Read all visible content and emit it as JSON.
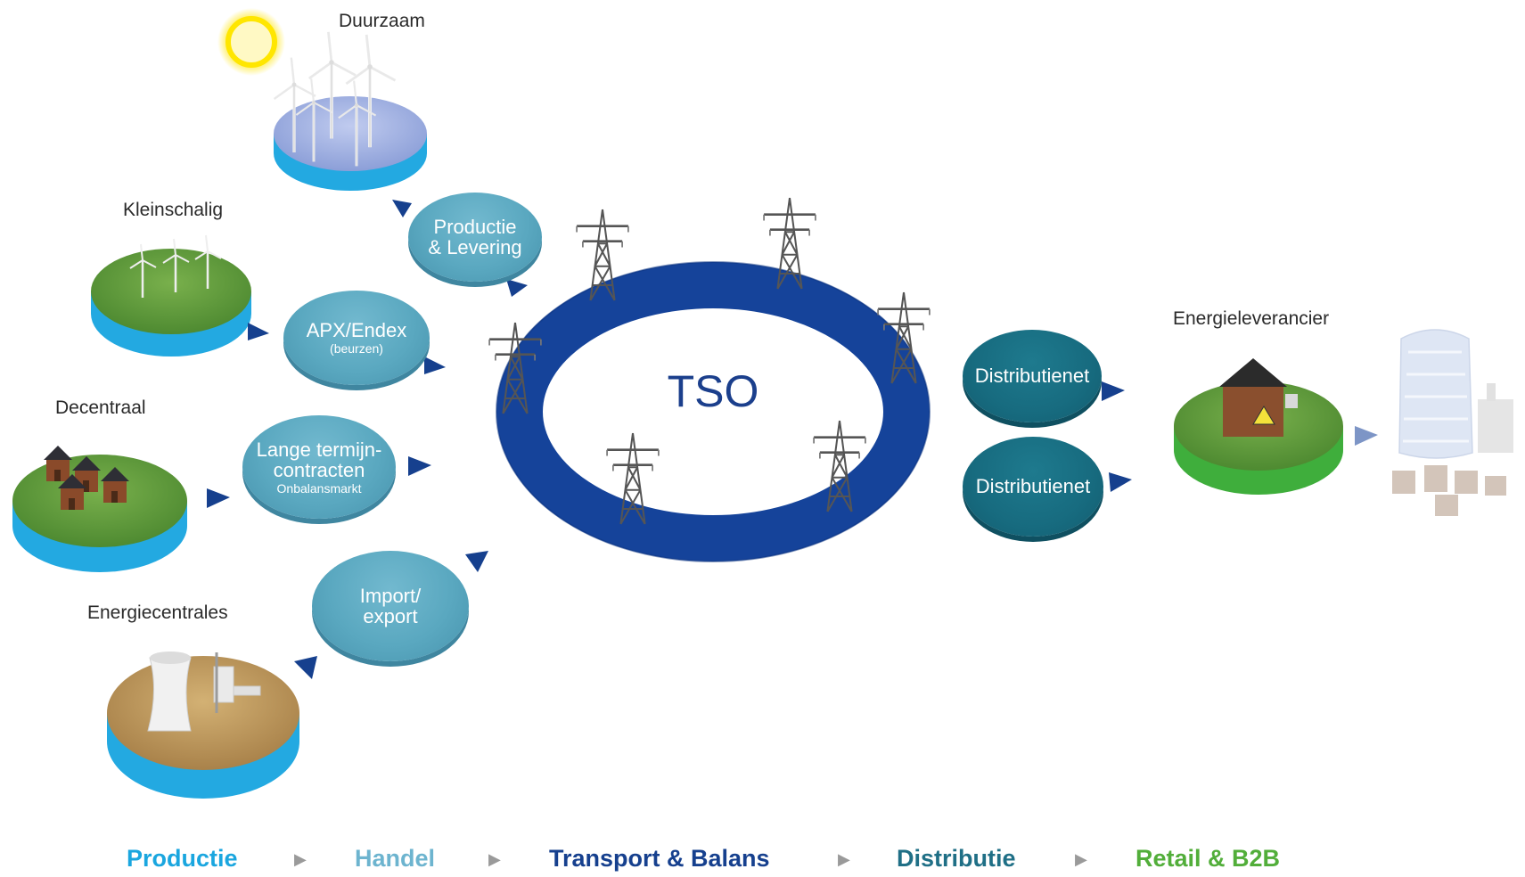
{
  "labels": {
    "duurzaam": "Duurzaam",
    "kleinschalig": "Kleinschalig",
    "decentraal": "Decentraal",
    "energiecentrales": "Energiecentrales",
    "energieleverancier": "Energieleverancier"
  },
  "bubbles": {
    "productie_line1": "Productie",
    "productie_line2": "& Levering",
    "apx_main": "APX/Endex",
    "apx_sub": "(beurzen)",
    "lange_line1": "Lange termijn-",
    "lange_line2": "contracten",
    "lange_sub": "Onbalansmarkt",
    "import_line1": "Import/",
    "import_line2": "export",
    "distributie1": "Distributienet",
    "distributie2": "Distributienet"
  },
  "center": {
    "label": "TSO"
  },
  "legend": {
    "items": [
      {
        "label": "Productie",
        "color": "#1aa6df"
      },
      {
        "label": "Handel",
        "color": "#6db4cf"
      },
      {
        "label": "Transport & Balans",
        "color": "#16408e"
      },
      {
        "label": "Distributie",
        "color": "#1f6f86"
      },
      {
        "label": "Retail & B2B",
        "color": "#52ae3a"
      }
    ],
    "separator": "▶"
  },
  "colors": {
    "ring": "#15439a",
    "arrow": "#16408e",
    "water": "#23a9e1",
    "grass": "#5d9a3a",
    "sand": "#c09a5c"
  }
}
